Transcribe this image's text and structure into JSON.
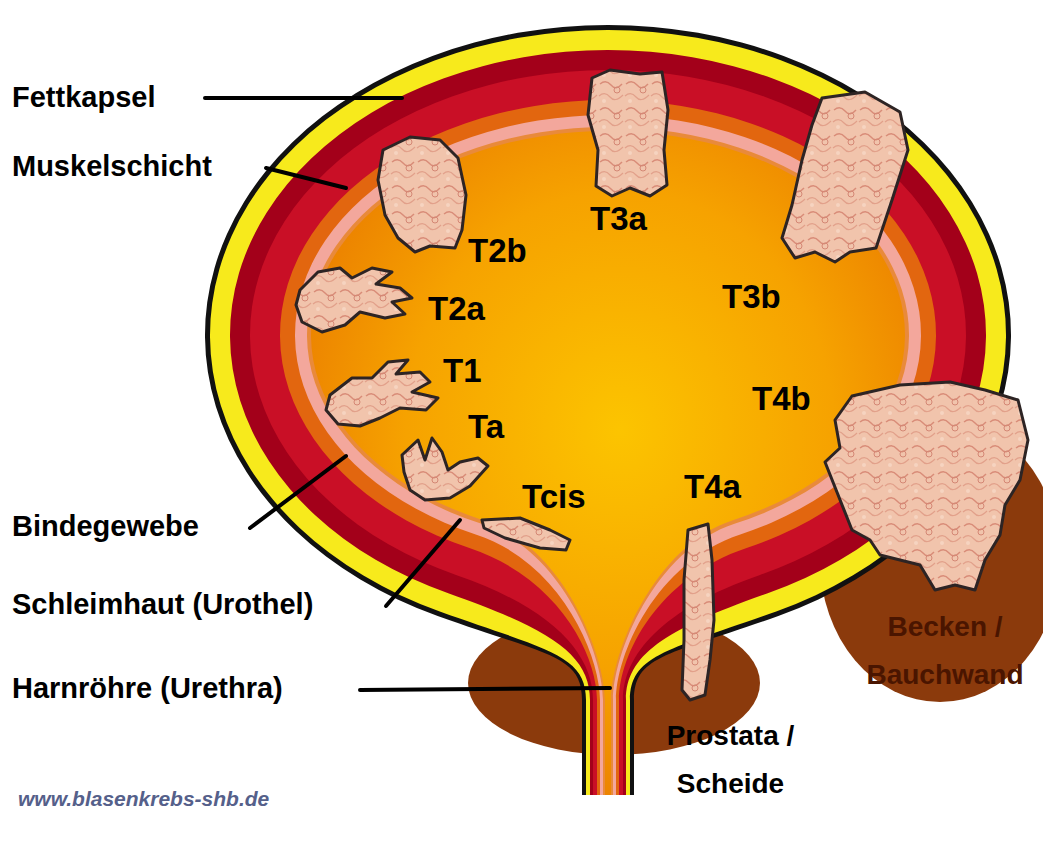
{
  "diagram": {
    "nodes": [
      {
        "text": [
          "Prostata / Scheide"
        ]
      },
      {
        "text": [
          "Becken / Bauchwand"
        ]
      }
    ],
    "labels": [
      "Fettkapsel",
      "Muskelschicht",
      "T2b",
      "T3a",
      "T3b",
      "T2a",
      "T1",
      "Ta",
      "T4b",
      "Bindegewebe",
      "Tcis",
      "T4a",
      "Schleimhaut (Urothel)",
      "Harnröhre (Urethra)",
      "www.blasenkrebs-shb.de"
    ]
  }
}
